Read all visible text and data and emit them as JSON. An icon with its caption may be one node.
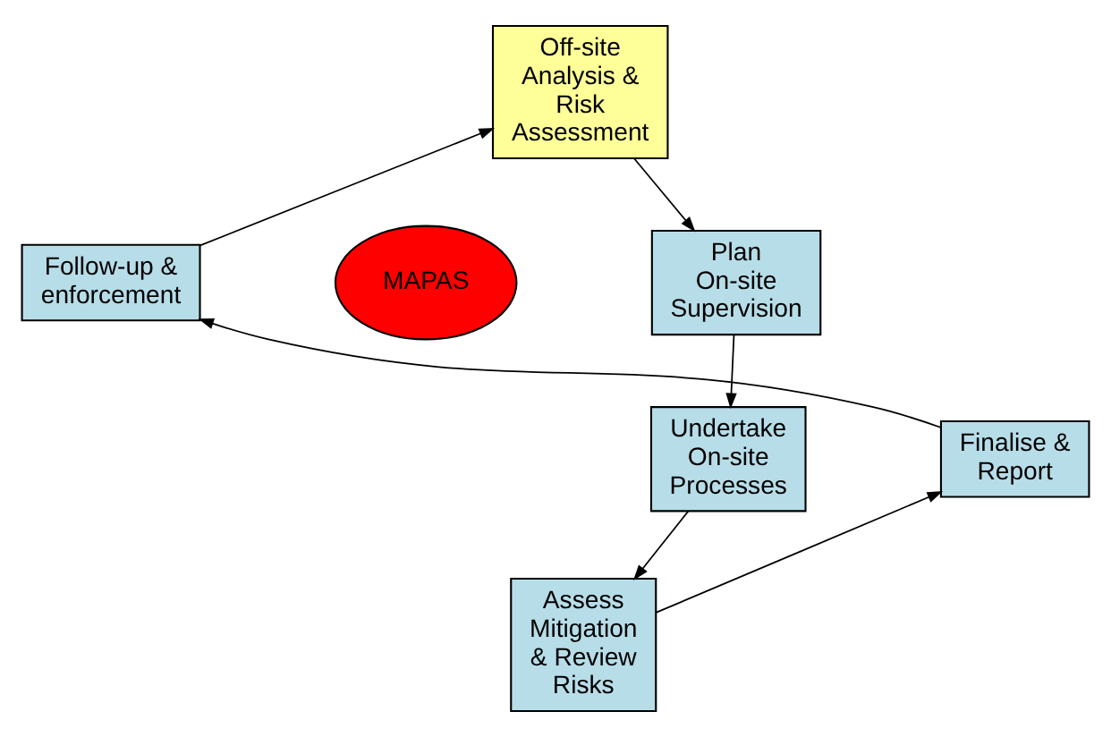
{
  "diagram": {
    "nodes": [
      {
        "text": [
          "Off-site Analysis & Risk Assessment"
        ]
      },
      {
        "text": [
          "Plan On-site Supervision"
        ]
      },
      {
        "text": [
          "Undertake On-site Processes"
        ]
      },
      {
        "text": [
          "Assess Mitigation & Review Risks"
        ]
      },
      {
        "text": [
          "Finalise & Report"
        ]
      },
      {
        "text": [
          "Follow-up & enforcement"
        ]
      },
      {
        "text": [
          "MAPAS"
        ]
      }
    ],
    "edges": [
      {
        "from": 0,
        "to": 1,
        "arrow": "to"
      },
      {
        "from": 1,
        "to": 2,
        "arrow": "to"
      },
      {
        "from": 2,
        "to": 3,
        "arrow": "to"
      },
      {
        "from": 3,
        "to": 4,
        "arrow": "to"
      },
      {
        "from": 4,
        "to": 5,
        "arrow": "to"
      },
      {
        "from": 5,
        "to": 0,
        "arrow": "to"
      }
    ]
  }
}
